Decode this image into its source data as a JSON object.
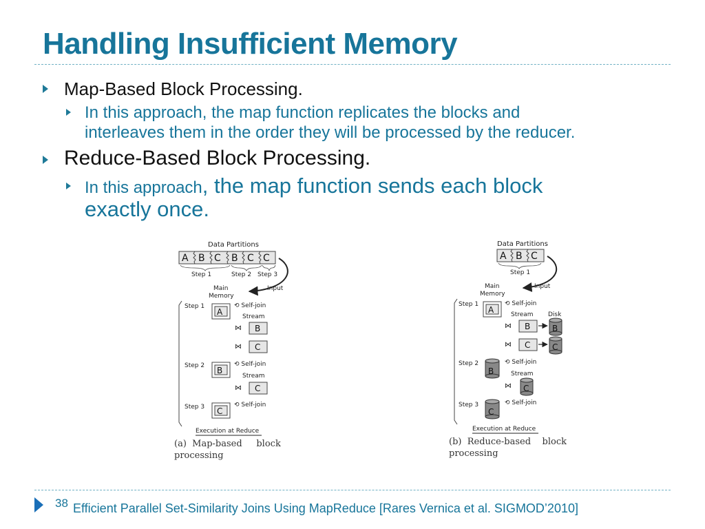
{
  "slide": {
    "title": "Handling Insufficient Memory",
    "title_color": "#17759a",
    "bullets": [
      {
        "text": "Map-Based Block Processing."
      },
      {
        "text": "In this approach, the map function replicates the blocks and"
      },
      {
        "text": "interleaves them in the order they will be processed by the reducer."
      },
      {
        "text": "Reduce-Based Block Processing."
      },
      {
        "text_small": "In this approach",
        "text_large": ", the map function sends each block"
      },
      {
        "text": "exactly once."
      }
    ],
    "page_number": "38",
    "footer": "Efficient Parallel Set-Similarity Joins Using MapReduce [Rares Vernica et al. SIGMOD’2010]"
  },
  "diagram_a": {
    "header": "Data Partitions",
    "partitions": [
      "A",
      "B",
      "C",
      "B",
      "C",
      "C"
    ],
    "step_labels_top": [
      "Step 1",
      "Step 2",
      "Step 3"
    ],
    "main_memory": [
      "Main",
      "Memory"
    ],
    "input": "Input",
    "rows": [
      {
        "step": "Step 1",
        "block": "A",
        "selfjoin": "Self-join",
        "stream": "Stream",
        "streamed": [
          "B",
          "C"
        ]
      },
      {
        "step": "Step 2",
        "block": "B",
        "selfjoin": "Self-join",
        "stream": "Stream",
        "streamed": [
          "C"
        ]
      },
      {
        "step": "Step 3",
        "block": "C",
        "selfjoin": "Self-join"
      }
    ],
    "execution": "Execution at Reduce",
    "caption_line1": "(a)  Map-based     block",
    "caption_line2": "processing"
  },
  "diagram_b": {
    "header": "Data Partitions",
    "partitions": [
      "A",
      "B",
      "C"
    ],
    "step_label_top": "Step 1",
    "main_memory": [
      "Main",
      "Memory"
    ],
    "input": "Input",
    "disk": "Disk",
    "rows": [
      {
        "step": "Step 1",
        "block": "A",
        "selfjoin": "Self-join",
        "stream": "Stream",
        "streamed": [
          "B",
          "C"
        ],
        "disk": [
          "B",
          "C"
        ]
      },
      {
        "step": "Step 2",
        "block": "B",
        "selfjoin": "Self-join",
        "stream": "Stream",
        "streamed": [
          "C"
        ]
      },
      {
        "step": "Step 3",
        "block": "C",
        "selfjoin": "Self-join"
      }
    ],
    "execution": "Execution at Reduce",
    "caption_line1": "(b)  Reduce-based    block",
    "caption_line2": "processing"
  }
}
